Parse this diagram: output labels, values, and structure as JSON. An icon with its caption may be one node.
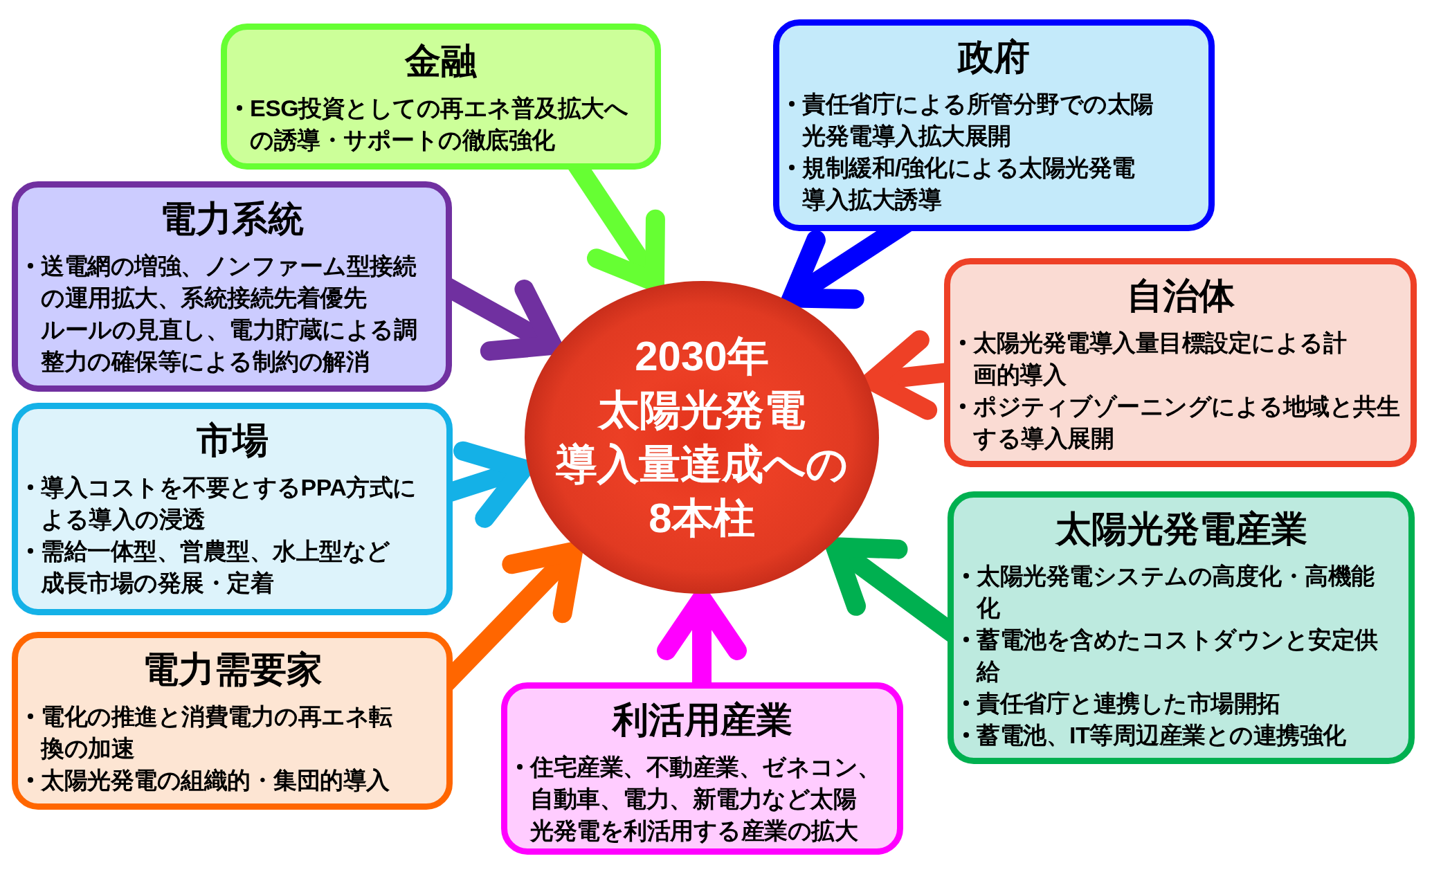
{
  "diagram": {
    "nodes": [
      {
        "text": [
          "金融",
          "ESG投資としての再エネ普及拡大への誘導・サポートの徹底強化"
        ]
      },
      {
        "text": [
          "政府",
          "責任省庁による所管分野での太陽光発電導入拡大展開",
          "規制緩和/強化による太陽光発電導入拡大誘導"
        ]
      },
      {
        "text": [
          "電力系統",
          "送電網の増強、ノンファーム型接続の運用拡大、系統接続先着優先ルールの見直し、電力貯蔵による調整力の確保等による制約の解消"
        ]
      },
      {
        "text": [
          "自治体",
          "太陽光発電導入量目標設定による計画的導入",
          "ポジティブゾーニングによる地域と共生する導入展開"
        ]
      },
      {
        "text": [
          "2030年太陽光発電導入量達成への8本柱"
        ]
      },
      {
        "text": [
          "市場",
          "導入コストを不要とするPPA方式による導入の浸透",
          "需給一体型、営農型、水上型など成長市場の発展・定着"
        ]
      },
      {
        "text": [
          "太陽光発電産業",
          "太陽光発電システムの高度化・高機能化",
          "蓄電池を含めたコストダウンと安定供給",
          "責任省庁と連携した市場開拓",
          "蓄電池、IT等周辺産業との連携強化"
        ]
      },
      {
        "text": [
          "電力需要家",
          "電化の推進と消費電力の再エネ転換の加速",
          "太陽光発電の組織的・集団的導入"
        ]
      },
      {
        "text": [
          "利活用産業",
          "住宅産業、不動産業、ゼネコン、自動車、電力、新電力など太陽光発電を利活用する産業の拡大"
        ]
      }
    ],
    "edges": [
      {
        "from": 0,
        "to": 4,
        "arrow": "to",
        "color": "#66ff33"
      },
      {
        "from": 1,
        "to": 4,
        "arrow": "to",
        "color": "#0000ff"
      },
      {
        "from": 2,
        "to": 4,
        "arrow": "to",
        "color": "#7030a0"
      },
      {
        "from": 3,
        "to": 4,
        "arrow": "to",
        "color": "#ee4026"
      },
      {
        "from": 5,
        "to": 4,
        "arrow": "to",
        "color": "#14b1e7"
      },
      {
        "from": 6,
        "to": 4,
        "arrow": "to",
        "color": "#00b050"
      },
      {
        "from": 7,
        "to": 4,
        "arrow": "to",
        "color": "#ff6600"
      },
      {
        "from": 8,
        "to": 4,
        "arrow": "to",
        "color": "#ff00ff"
      }
    ]
  }
}
